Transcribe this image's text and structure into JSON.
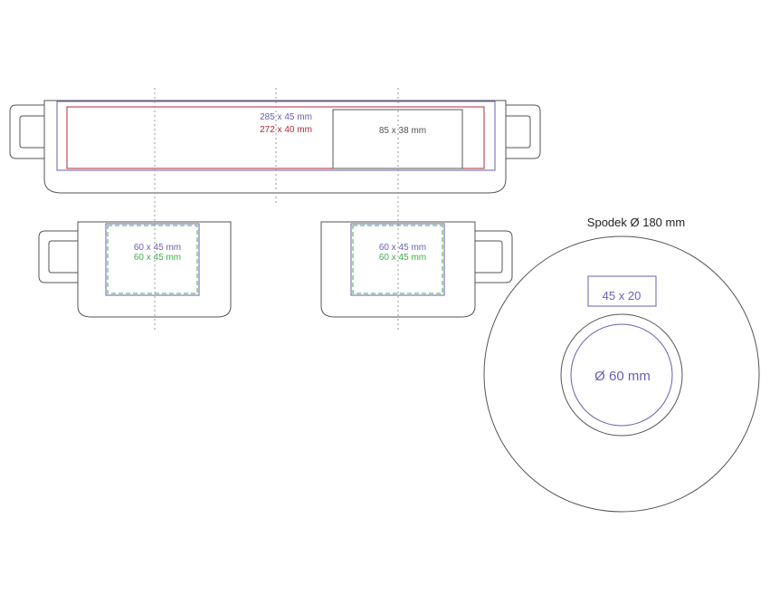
{
  "mug_top": {
    "label_outer": "285 x 45 mm",
    "label_inner": "272 x 40 mm",
    "label_box": "85 x 38 mm"
  },
  "mug_left": {
    "label_print": "60 x 45 mm",
    "label_safe": "60 x 45 mm"
  },
  "mug_right": {
    "label_print": "60 x 45 mm",
    "label_safe": "60 x 45 mm"
  },
  "saucer": {
    "title": "Spodek Ø 180 mm",
    "rect_label": "45 x 20",
    "center_label": "Ø 60 mm"
  },
  "colors": {
    "outline": "#555555",
    "blue": "#6a5fb0",
    "red": "#b0283a",
    "green": "#3fae49",
    "gray_text": "#555555"
  }
}
